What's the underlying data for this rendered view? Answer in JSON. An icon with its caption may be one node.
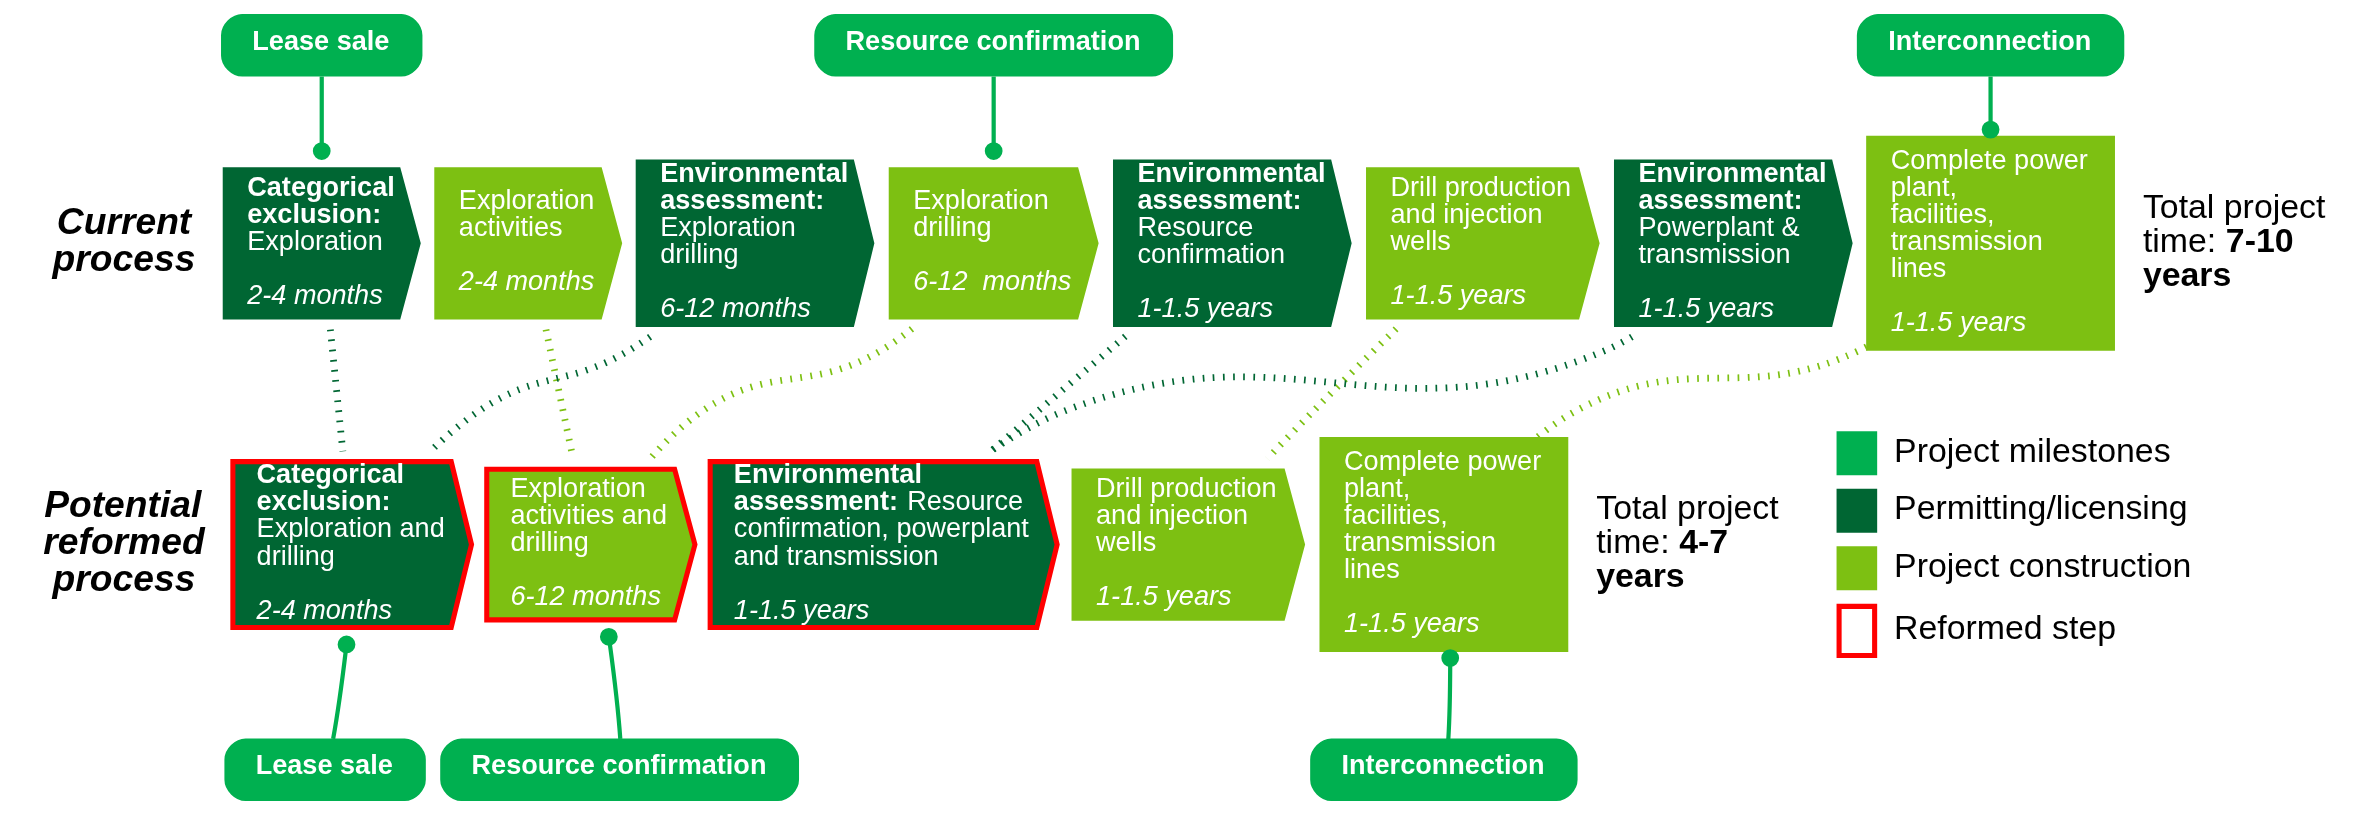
{
  "diagram": {
    "nodes": [
      {
        "text": [
          "Lease sale"
        ]
      },
      {
        "text": [
          "Resource confirmation"
        ]
      },
      {
        "text": [
          "Interconnection"
        ]
      },
      {
        "text": [
          "**Categorical exclusion:** Exploration",
          "2-4 months"
        ]
      },
      {
        "text": [
          "Exploration activities",
          "2-4 months"
        ]
      },
      {
        "text": [
          "**Environmental assessment:** Exploration drilling",
          "6-12 months"
        ]
      },
      {
        "text": [
          "Exploration drilling",
          "6-12  months"
        ]
      },
      {
        "text": [
          "**Environmental assessment:** Resource confirmation",
          "1-1.5 years"
        ]
      },
      {
        "text": [
          "Drill production and injection wells",
          "1-1.5 years"
        ]
      },
      {
        "text": [
          "**Environmental assessment:** Powerplant & transmission",
          "1-1.5 years"
        ]
      },
      {
        "text": [
          "Complete power plant, facilities, transmission lines",
          "1-1.5 years"
        ]
      },
      {
        "text": [
          "**Categorical exclusion:** Exploration and drilling",
          "2-4 months"
        ]
      },
      {
        "text": [
          "Exploration activities and drilling",
          "6-12 months"
        ]
      },
      {
        "text": [
          "**Environmental assessment:** Resource confirmation, powerplant and transmission",
          "1-1.5 years"
        ]
      },
      {
        "text": [
          "Drill production and injection wells",
          "1-1.5 years"
        ]
      },
      {
        "text": [
          "Complete power plant, facilities, transmission lines",
          "1-1.5 years"
        ]
      },
      {
        "text": [
          "Lease sale"
        ]
      },
      {
        "text": [
          "Resource confirmation"
        ]
      },
      {
        "text": [
          "Interconnection"
        ]
      }
    ],
    "edges": [
      {
        "from": 0,
        "to": 3,
        "arrow": "other",
        "color": "#00b050"
      },
      {
        "from": 1,
        "to": 6,
        "arrow": "other",
        "color": "#00b050"
      },
      {
        "from": 2,
        "to": 10,
        "arrow": "other",
        "color": "#00b050"
      },
      {
        "from": 3,
        "to": 11,
        "arrow": "none",
        "style": "dashed",
        "color": "#006633"
      },
      {
        "from": 5,
        "to": 11,
        "arrow": "none",
        "style": "dashed",
        "color": "#006633"
      },
      {
        "from": 4,
        "to": 12,
        "arrow": "none",
        "style": "dashed",
        "color": "#7dc012"
      },
      {
        "from": 6,
        "to": 12,
        "arrow": "none",
        "style": "dashed",
        "color": "#7dc012"
      },
      {
        "from": 7,
        "to": 13,
        "arrow": "none",
        "style": "dashed",
        "color": "#006633"
      },
      {
        "from": 9,
        "to": 13,
        "arrow": "none",
        "style": "dashed",
        "color": "#006633"
      },
      {
        "from": 8,
        "to": 14,
        "arrow": "none",
        "style": "dashed",
        "color": "#7dc012"
      },
      {
        "from": 10,
        "to": 15,
        "arrow": "none",
        "style": "dashed",
        "color": "#7dc012"
      },
      {
        "from": 16,
        "to": 11,
        "arrow": "other",
        "color": "#00b050"
      },
      {
        "from": 17,
        "to": 12,
        "arrow": "other",
        "color": "#00b050"
      },
      {
        "from": 18,
        "to": 15,
        "arrow": "other",
        "color": "#00b050"
      }
    ],
    "labels": [
      "Current process",
      "Total project time: **7-10 years**",
      "Potential reformed process",
      "Total project time: **4-7 years**"
    ],
    "legend": [
      {
        "text": "Project milestones",
        "color": "#00b050"
      },
      {
        "text": "Permitting/licensing",
        "color": "#006633"
      },
      {
        "text": "Project construction",
        "color": "#7dc012"
      },
      {
        "text": "Reformed step"
      }
    ]
  }
}
